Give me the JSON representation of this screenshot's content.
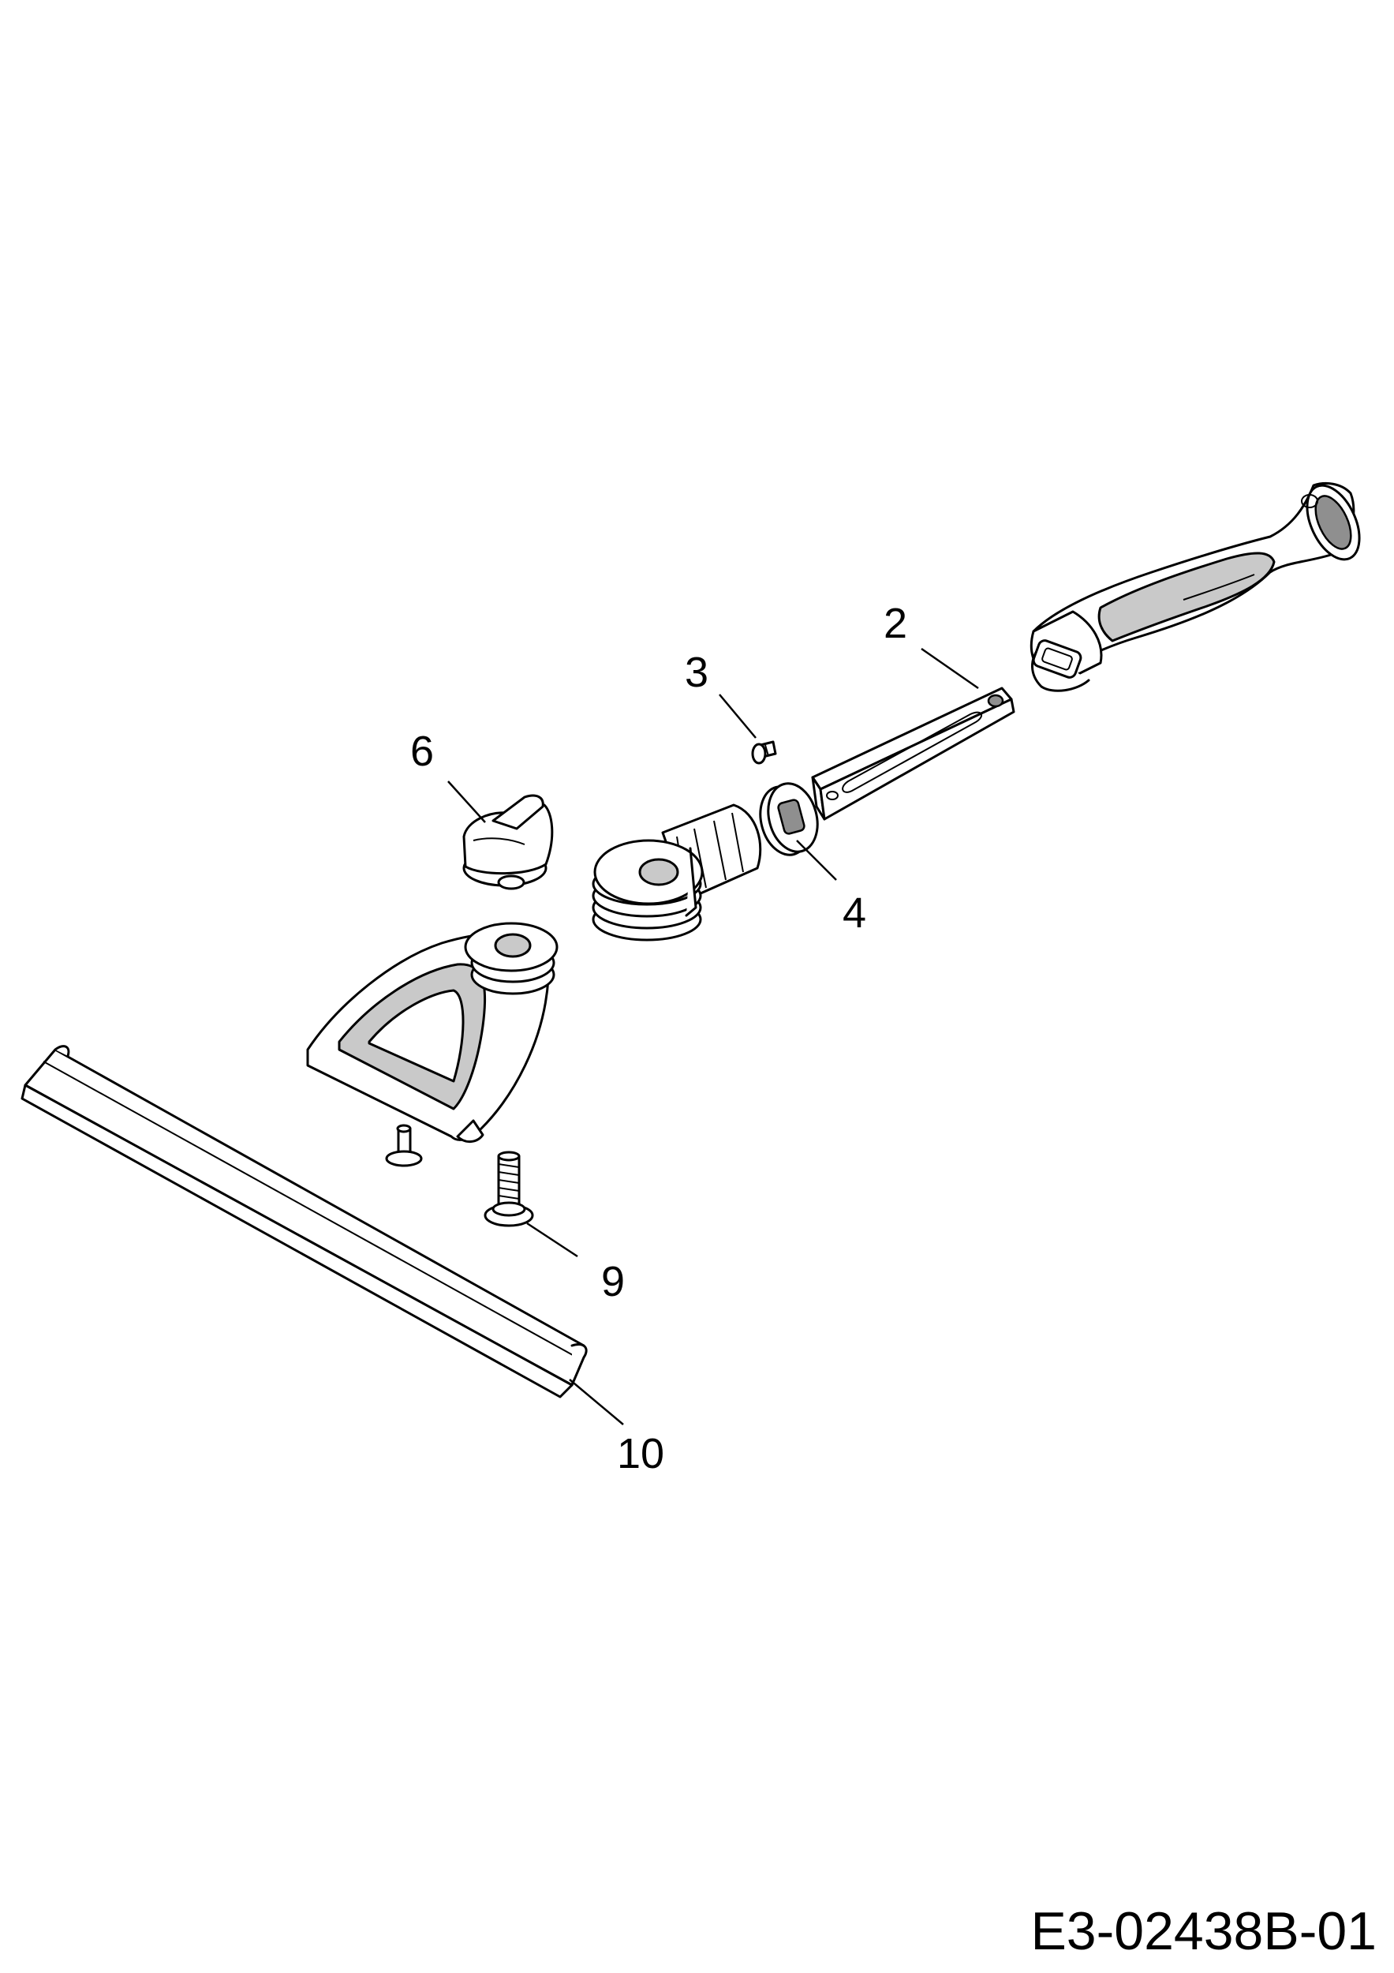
{
  "callouts": [
    {
      "id": "2",
      "label": "2"
    },
    {
      "id": "3",
      "label": "3"
    },
    {
      "id": "4",
      "label": "4"
    },
    {
      "id": "6",
      "label": "6"
    },
    {
      "id": "9",
      "label": "9"
    },
    {
      "id": "10",
      "label": "10"
    }
  ],
  "drawing_code": "E3-02438B-01"
}
